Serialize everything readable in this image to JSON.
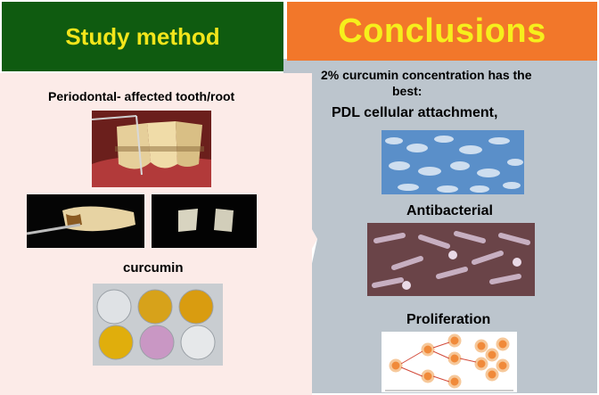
{
  "left": {
    "header": "Study method",
    "caption_root": "Periodontal- affected tooth/root",
    "caption_curcumin": "curcumin"
  },
  "right": {
    "header": "Conclusions",
    "intro_line1": "2% curcumin concentration has the",
    "intro_line2": "best:",
    "item_attachment": "PDL cellular attachment,",
    "item_antibacterial": "Antibacterial",
    "item_proliferation": "Proliferation"
  },
  "colors": {
    "left_header_bg": "#0f5b10",
    "right_header_bg": "#f2772a",
    "header_text": "#f2e51b",
    "left_panel_bg": "#fcebe8",
    "right_panel_bg": "#bcc5cd"
  }
}
